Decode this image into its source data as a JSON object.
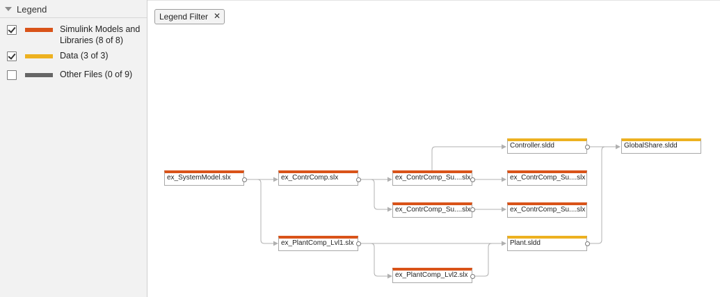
{
  "legend": {
    "title": "Legend",
    "items": [
      {
        "label": "Simulink Models and Libraries (8 of 8)",
        "checked": true,
        "color": "#d95319"
      },
      {
        "label": "Data (3 of 3)",
        "checked": true,
        "color": "#edb120"
      },
      {
        "label": "Other Files (0 of 9)",
        "checked": false,
        "color": "#666666"
      }
    ]
  },
  "filter_chip": {
    "label": "Legend Filter",
    "close": "✕"
  },
  "nodes": {
    "system_model": "ex_SystemModel.slx",
    "contr_comp": "ex_ContrComp.slx",
    "contr_comp_sub1": "ex_ContrComp_Su....slx",
    "contr_comp_sub2": "ex_ContrComp_Su....slx",
    "controller_sldd": "Controller.sldd",
    "contr_comp_sub3": "ex_ContrComp_Su....slx",
    "contr_comp_sub4": "ex_ContrComp_Su....slx",
    "global_share": "GlobalShare.sldd",
    "plant_lvl1": "ex_PlantComp_Lvl1.slx",
    "plant_sldd": "Plant.sldd",
    "plant_lvl2": "ex_PlantComp_Lvl2.slx"
  },
  "colors": {
    "model": "#d95319",
    "data": "#edb120",
    "other": "#666666",
    "edge": "#b0b0b0"
  }
}
